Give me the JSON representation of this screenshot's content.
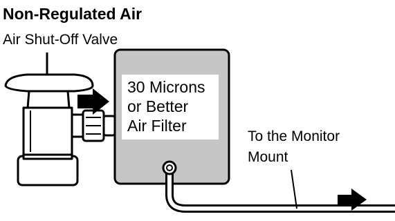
{
  "header": {
    "title": "Non-Regulated Air",
    "valve_label": "Air Shut-Off Valve"
  },
  "filter": {
    "lines": [
      "30 Microns",
      "or Better",
      "Air Filter"
    ]
  },
  "destination": {
    "lines": [
      "To the Monitor",
      "Mount"
    ]
  },
  "colors": {
    "filter_body": "#c6c6c6",
    "valve_body": "#ffffff",
    "stroke": "#000000"
  },
  "icons": {
    "flow_arrow_in": "right-arrow-icon",
    "flow_arrow_out": "right-arrow-icon"
  }
}
